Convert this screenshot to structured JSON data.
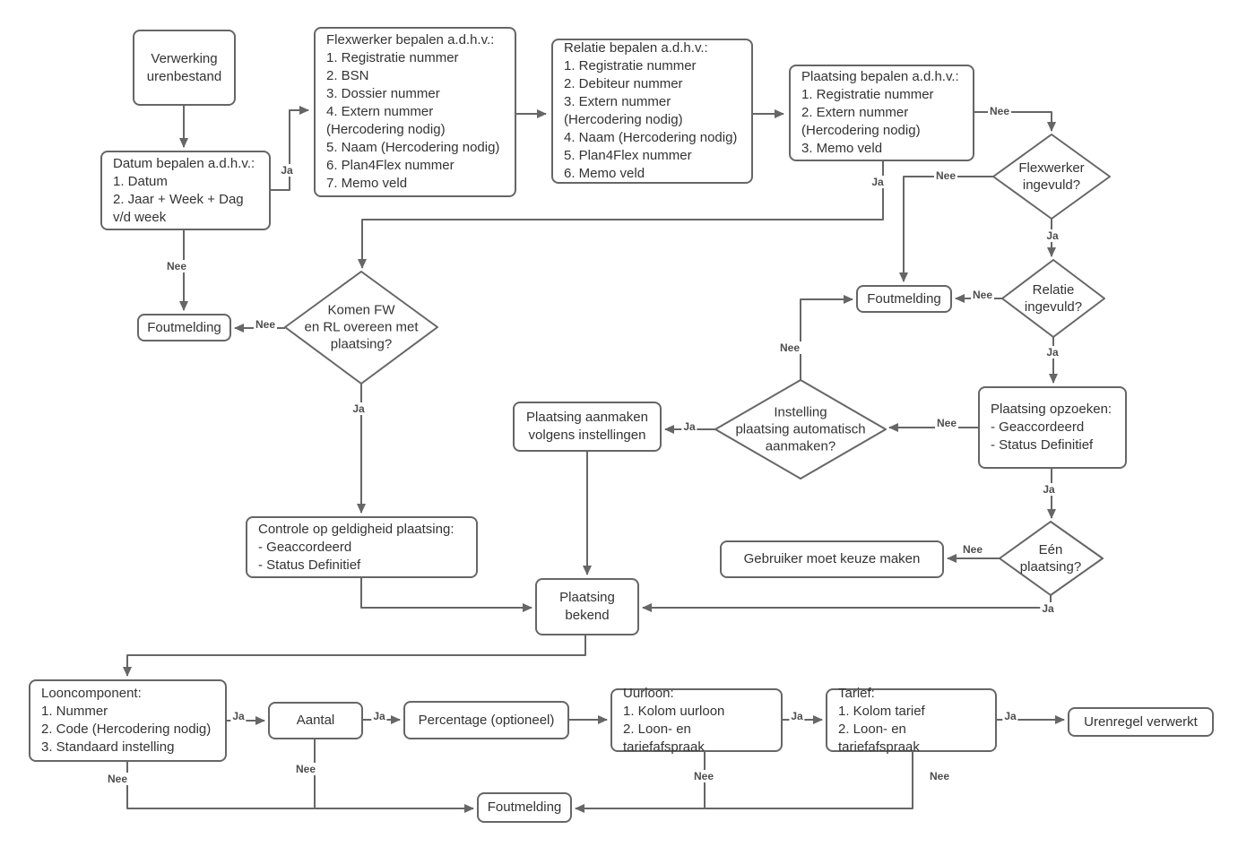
{
  "labels": {
    "ja": "Ja",
    "nee": "Nee"
  },
  "colors": {
    "node_border": "#666666",
    "node_fill": "#ffffff",
    "connector": "#666666",
    "text": "#333333",
    "edge_label_text": "#4d4d4d",
    "background": "#ffffff"
  },
  "nodes": {
    "verwerking": "Verwerking\nurenbestand",
    "datum": "Datum bepalen a.d.h.v.:\n1. Datum\n2. Jaar + Week + Dag\nv/d week",
    "flexwerker": "Flexwerker bepalen a.d.h.v.:\n1. Registratie nummer\n2. BSN\n3. Dossier nummer\n4. Extern nummer\n(Hercodering nodig)\n5. Naam (Hercodering nodig)\n6. Plan4Flex nummer\n7. Memo veld",
    "relatie": "Relatie bepalen a.d.h.v.:\n1. Registratie nummer\n2. Debiteur nummer\n3. Extern nummer\n(Hercodering nodig)\n4. Naam (Hercodering nodig)\n5. Plan4Flex nummer\n6. Memo veld",
    "plaatsing_bepalen": "Plaatsing bepalen a.d.h.v.:\n1. Registratie nummer\n2. Extern nummer\n(Hercodering nodig)\n3. Memo veld",
    "flexwerker_ingevuld": "Flexwerker\ningevuld?",
    "relatie_ingevuld": "Relatie\ningevuld?",
    "foutmelding": "Foutmelding",
    "komen_fw": "Komen FW\nen RL overeen met\nplaatsing?",
    "plaatsing_opzoeken": "Plaatsing opzoeken:\n- Geaccordeerd\n- Status Definitief",
    "instelling": "Instelling\nplaatsing automatisch\naanmaken?",
    "plaatsing_aanmaken": "Plaatsing aanmaken\nvolgens instellingen",
    "gebruiker": "Gebruiker moet keuze maken",
    "een_plaatsing": "Eén\nplaatsing?",
    "controle": "Controle op geldigheid plaatsing:\n- Geaccordeerd\n- Status Definitief",
    "plaatsing_bekend": "Plaatsing\nbekend",
    "looncomponent": "Looncomponent:\n1. Nummer\n2. Code (Hercodering nodig)\n3. Standaard instelling",
    "aantal": "Aantal",
    "percentage": "Percentage (optioneel)",
    "uurloon": "Uurloon:\n1. Kolom uurloon\n2. Loon- en tariefafspraak",
    "tarief": "Tarief:\n1. Kolom tarief\n2. Loon- en tariefafspraak",
    "urenregel": "Urenregel verwerkt"
  }
}
